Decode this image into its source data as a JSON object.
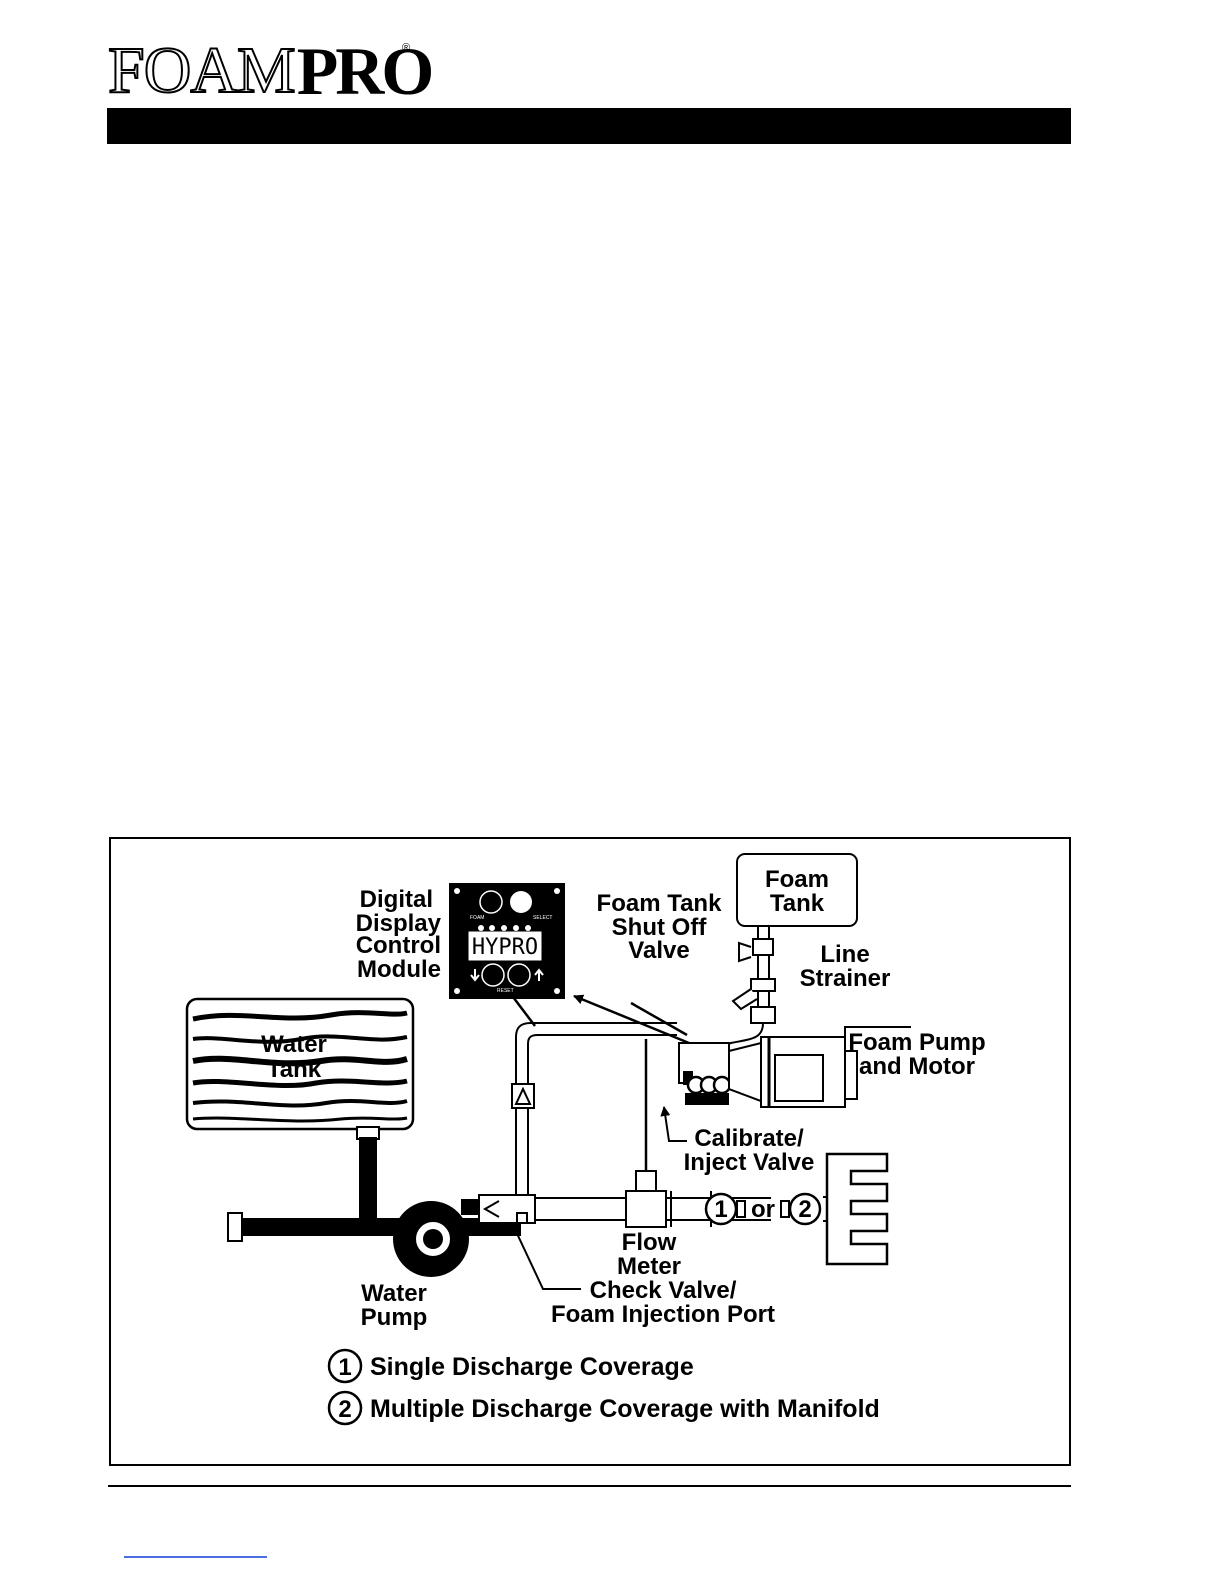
{
  "brand": {
    "logo_part1": "FOAM",
    "logo_part2": "PRO",
    "registered": "®"
  },
  "diagram": {
    "labels": {
      "digital_display": [
        "Digital",
        "Display",
        "Control",
        "Module"
      ],
      "foam_tank": [
        "Foam",
        "Tank"
      ],
      "shutoff_valve": [
        "Foam Tank",
        "Shut Off",
        "Valve"
      ],
      "line_strainer": [
        "Line",
        "Strainer"
      ],
      "water_tank": [
        "Water",
        "Tank"
      ],
      "foam_pump": [
        "Foam Pump",
        "and Motor"
      ],
      "calibrate_valve": [
        "Calibrate/",
        "Inject Valve"
      ],
      "flow_meter": [
        "Flow",
        "Meter"
      ],
      "water_pump": [
        "Water",
        "Pump"
      ],
      "check_valve": [
        "Check Valve/",
        "Foam Injection Port"
      ],
      "or": "or",
      "num1": "1",
      "num2": "2"
    },
    "display": {
      "screen_text": "HYPRO",
      "foam_label": "FOAM",
      "select_label": "SELECT",
      "reset_label": "RESET"
    },
    "legend": [
      {
        "num": "1",
        "text": "Single Discharge Coverage"
      },
      {
        "num": "2",
        "text": "Multiple Discharge Coverage with Manifold"
      }
    ]
  }
}
